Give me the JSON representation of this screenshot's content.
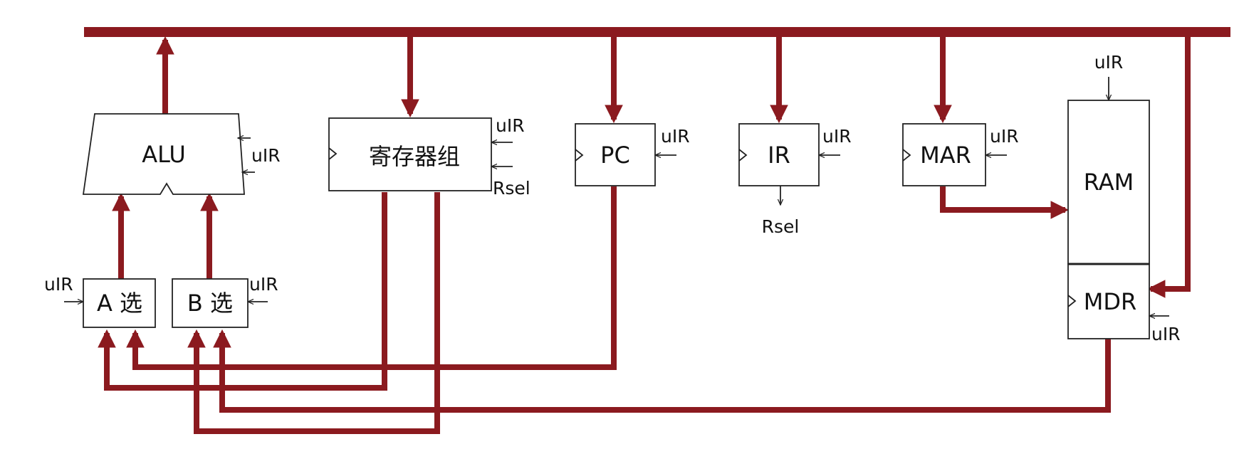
{
  "colors": {
    "bus": "#8b1a1f",
    "box_stroke": "#222222",
    "text": "#111111"
  },
  "components": {
    "alu": "ALU",
    "register_file": "寄存器组",
    "pc": "PC",
    "ir": "IR",
    "mar": "MAR",
    "ram": "RAM",
    "mdr": "MDR",
    "a_select": "A 选",
    "b_select": "B 选"
  },
  "signals": {
    "uir": "uIR",
    "rsel": "Rsel"
  }
}
